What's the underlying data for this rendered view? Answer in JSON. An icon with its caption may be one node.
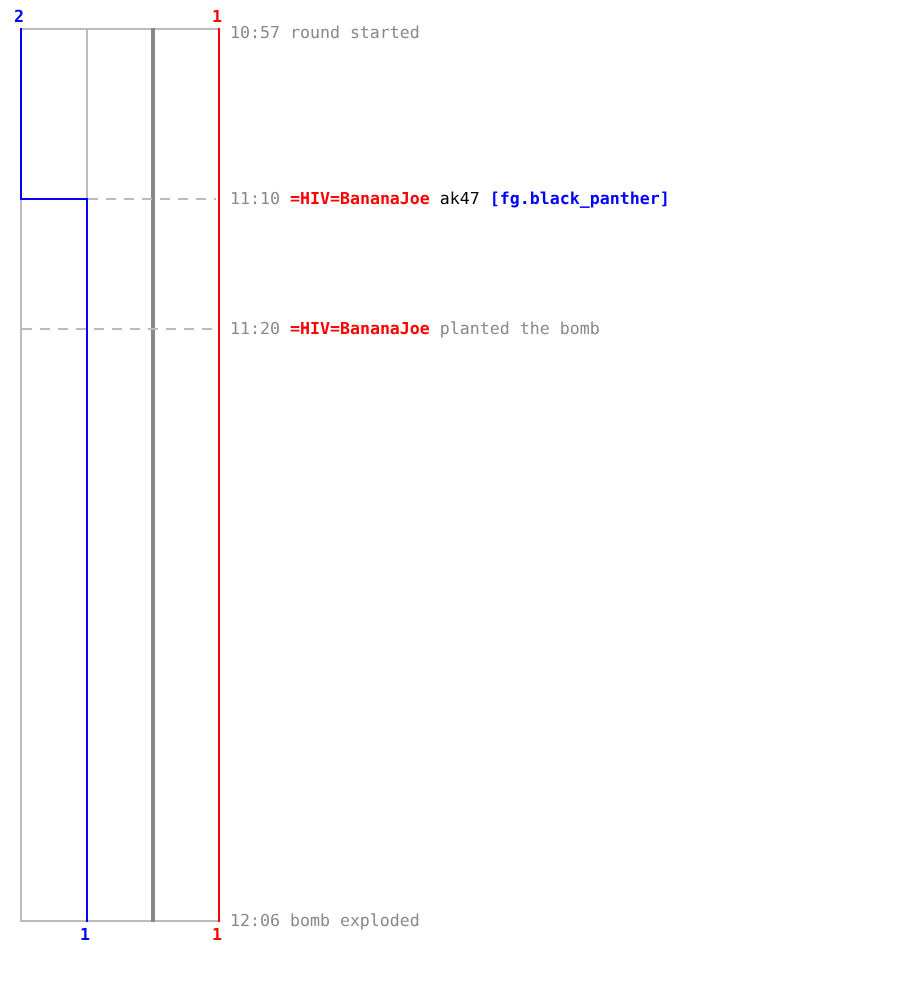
{
  "diagram": {
    "labels": [
      "2",
      "1",
      "10:57 round started",
      "11:10",
      "=HIV=BananaJoe",
      "ak47",
      "[fg.black_panther]",
      "11:20",
      "=HIV=BananaJoe",
      "planted the bomb",
      "1",
      "1",
      "12:06 bomb exploded"
    ]
  }
}
